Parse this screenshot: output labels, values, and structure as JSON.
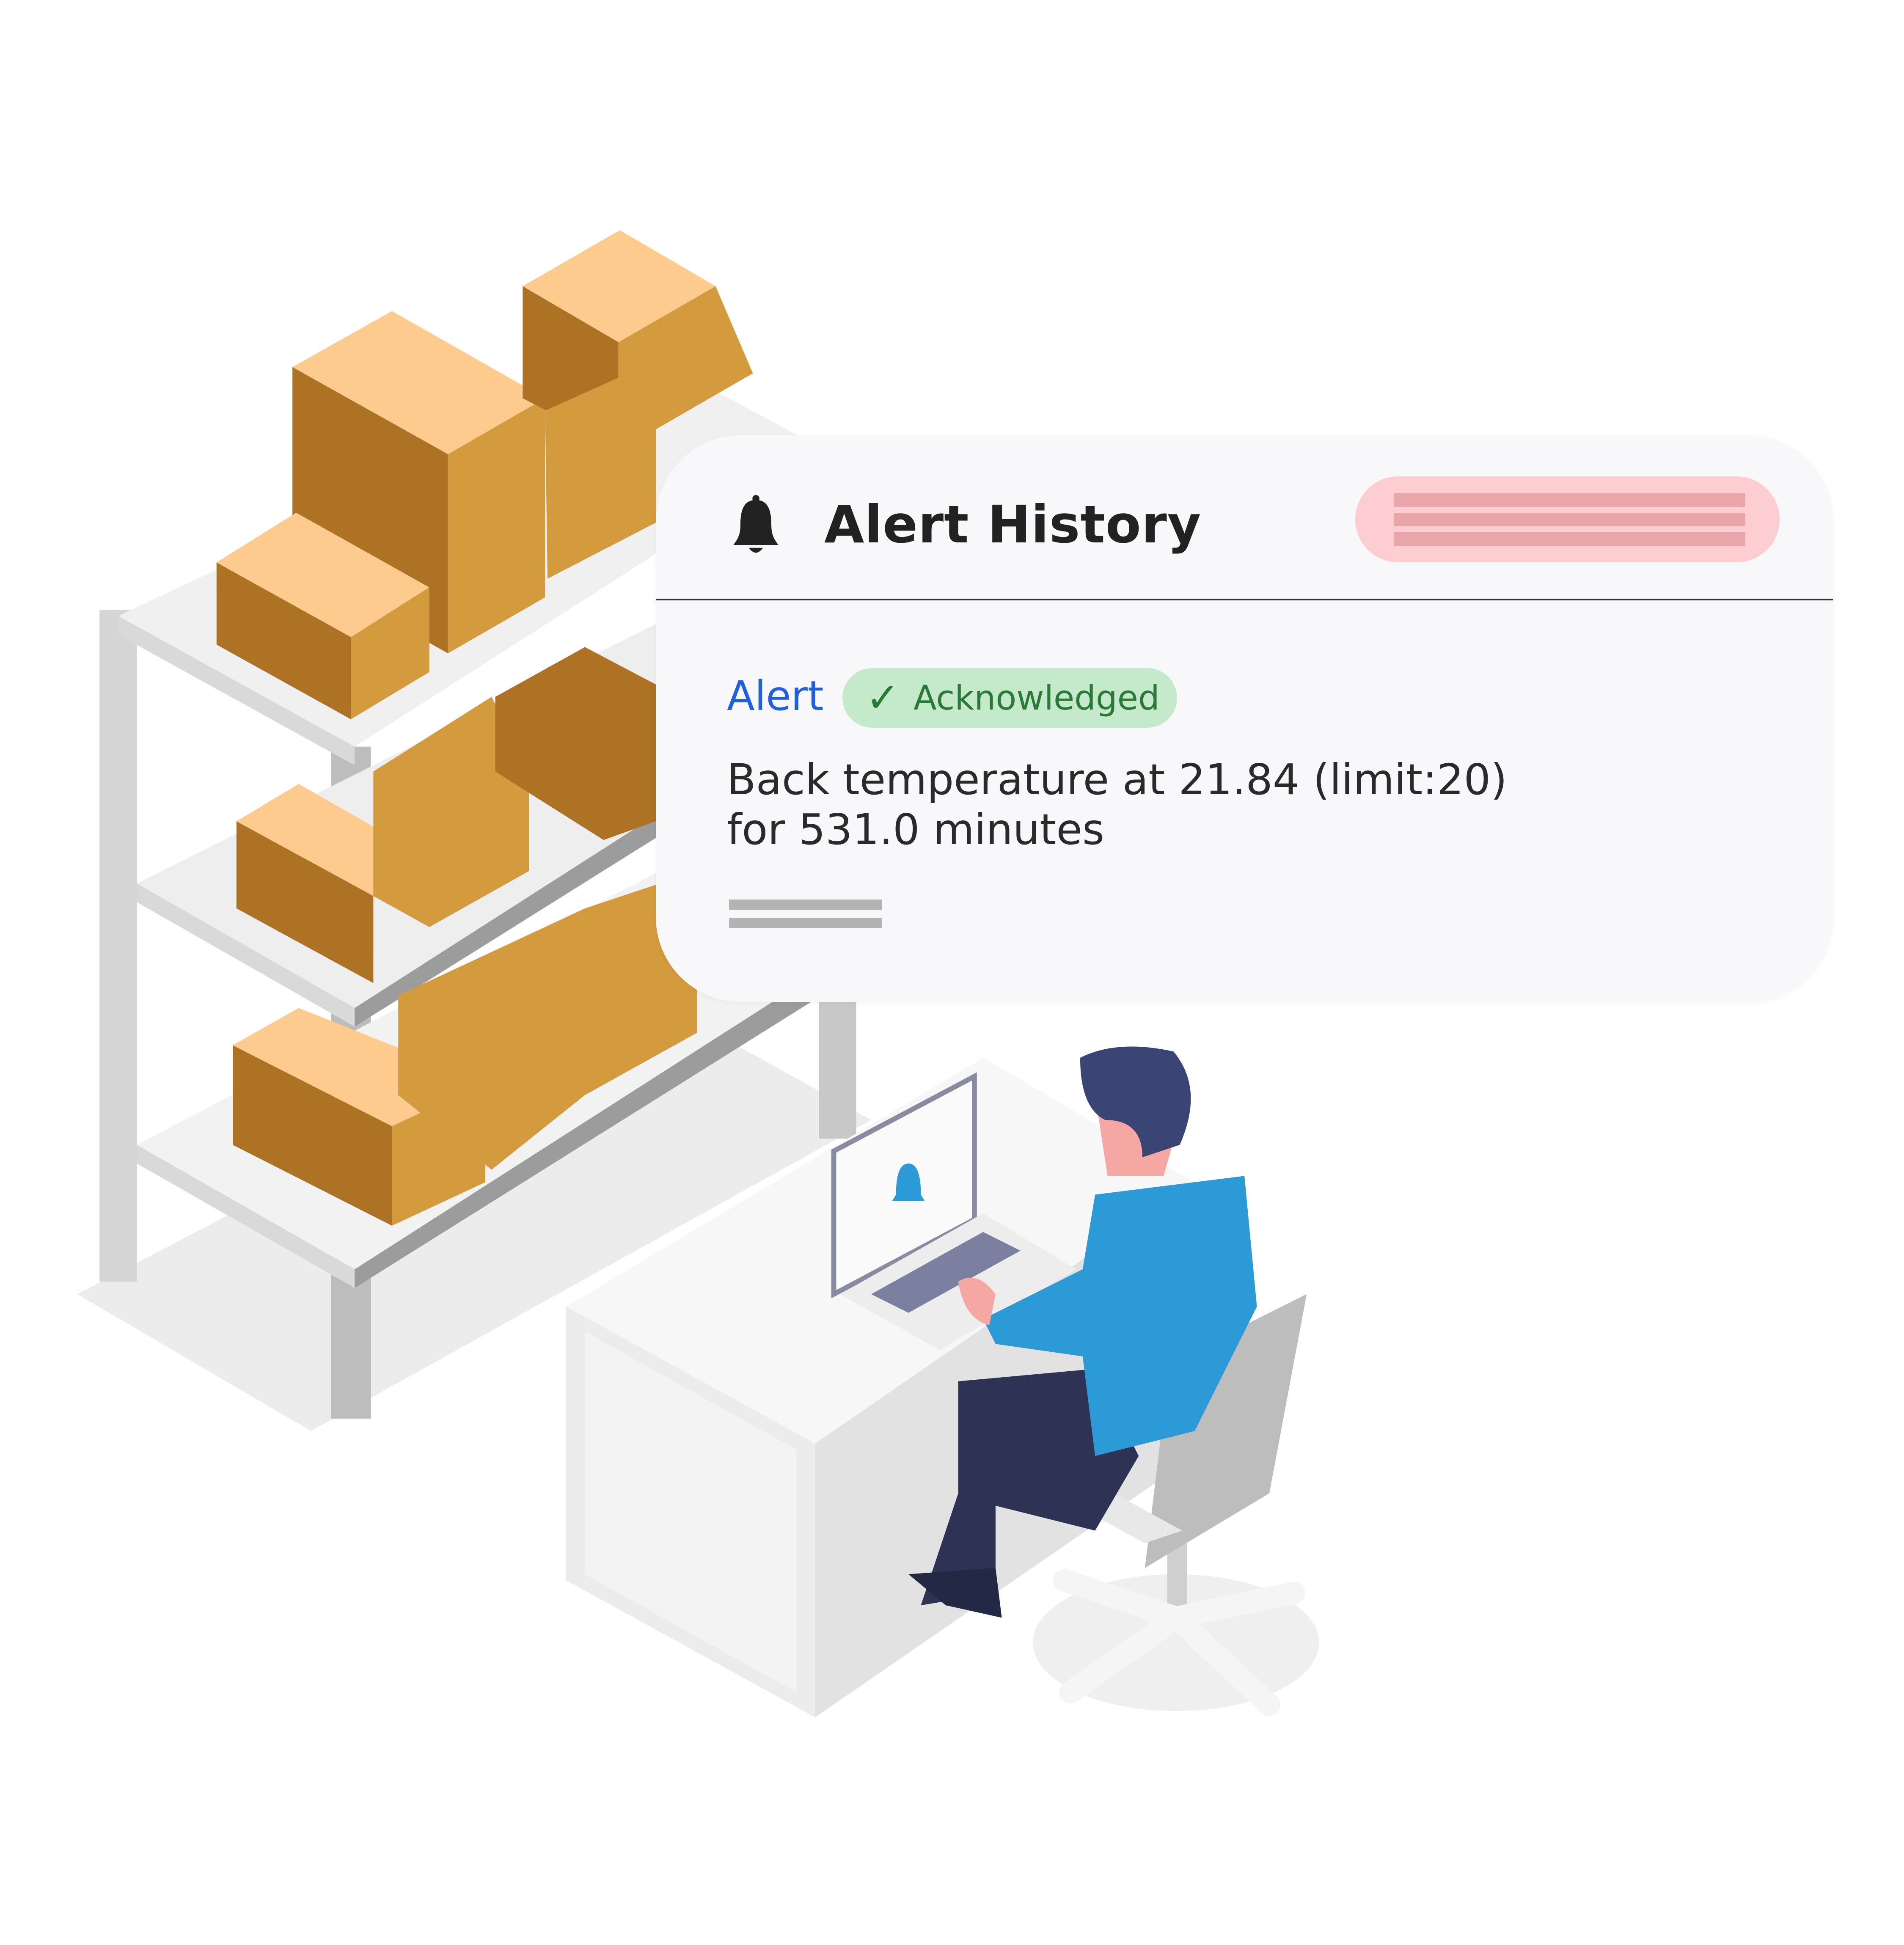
{
  "card": {
    "title": "Alert History",
    "title_icon": "bell-icon",
    "alert_label": "Alert",
    "status_badge": {
      "icon": "check-icon",
      "check_glyph": "✓",
      "label": "Acknowledged"
    },
    "message_line1": "Back temperature at 21.84 (limit:20)",
    "message_line2": "for 531.0 minutes"
  },
  "colors": {
    "card_bg": "#f8f8fa",
    "alert_blue": "#1f5fe0",
    "badge_bg": "#c4eacb",
    "badge_text": "#2a7a37",
    "pill_bg": "#fecdd2",
    "pill_lines": "#e8a5aa",
    "laptop_bell": "#2c9ad6"
  }
}
